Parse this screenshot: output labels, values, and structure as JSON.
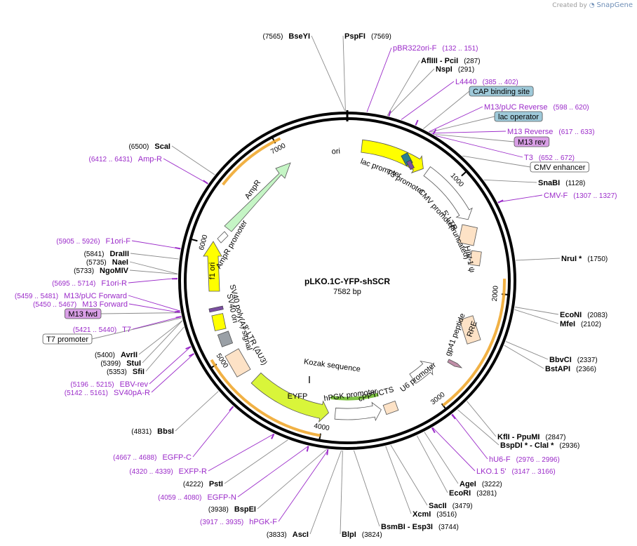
{
  "credit": {
    "prefix": "Created by",
    "brand": "SnapGene"
  },
  "plasmid": {
    "name": "pLKO.1C-YFP-shSCR",
    "length": "7582 bp"
  },
  "ticks": [
    "1000",
    "2000",
    "3000",
    "4000",
    "5000",
    "6000",
    "7000"
  ],
  "labels": [
    {
      "id": "bseyi",
      "kind": "site",
      "name": "BseYI",
      "num": "(7565)"
    },
    {
      "id": "pspfi",
      "kind": "site",
      "name": "PspFI",
      "num": "(7569)"
    },
    {
      "id": "pbr322",
      "kind": "primer",
      "name": "pBR322ori-F",
      "num": "(132 .. 151)"
    },
    {
      "id": "aflIII",
      "kind": "site",
      "name": "AflIII  - PciI",
      "num": "(287)"
    },
    {
      "id": "nspi",
      "kind": "site",
      "name": "NspI",
      "num": "(291)"
    },
    {
      "id": "l4440",
      "kind": "primer",
      "name": "L4440",
      "num": "(385 .. 402)"
    },
    {
      "id": "capbs",
      "kind": "box",
      "name": "CAP binding site",
      "color": "#9ec9d9"
    },
    {
      "id": "m13puc",
      "kind": "primer",
      "name": "M13/pUC Reverse",
      "num": "(598 .. 620)"
    },
    {
      "id": "lacop",
      "kind": "box",
      "name": "lac operator",
      "color": "#9ec9d9"
    },
    {
      "id": "m13rev",
      "kind": "primer",
      "name": "M13 Reverse",
      "num": "(617 .. 633)"
    },
    {
      "id": "m13revbox",
      "kind": "box",
      "name": "M13 rev",
      "color": "#d99fe6"
    },
    {
      "id": "t3",
      "kind": "primer",
      "name": "T3",
      "num": "(652 .. 672)"
    },
    {
      "id": "cmvenh",
      "kind": "box",
      "name": "CMV enhancer",
      "color": "#ffffff"
    },
    {
      "id": "snabi",
      "kind": "site",
      "name": "SnaBI",
      "num": "(1128)"
    },
    {
      "id": "cmvf",
      "kind": "primer",
      "name": "CMV-F",
      "num": "(1307 .. 1327)"
    },
    {
      "id": "nrui",
      "kind": "site",
      "name": "NruI *",
      "num": "(1750)"
    },
    {
      "id": "econi",
      "kind": "site",
      "name": "EcoNI",
      "num": "(2083)"
    },
    {
      "id": "mfei",
      "kind": "site",
      "name": "MfeI",
      "num": "(2102)"
    },
    {
      "id": "bbvci",
      "kind": "site",
      "name": "BbvCI",
      "num": "(2337)"
    },
    {
      "id": "bstapi",
      "kind": "site",
      "name": "BstAPI",
      "num": "(2366)"
    },
    {
      "id": "kfli",
      "kind": "site",
      "name": "KflI  - PpuMI",
      "num": "(2847)"
    },
    {
      "id": "bspdi",
      "kind": "site",
      "name": "BspDI *  - ClaI *",
      "num": "(2936)"
    },
    {
      "id": "hu6f",
      "kind": "primer",
      "name": "hU6-F",
      "num": "(2976 .. 2996)"
    },
    {
      "id": "lko",
      "kind": "primer",
      "name": "LKO.1 5'",
      "num": "(3147 .. 3166)"
    },
    {
      "id": "agei",
      "kind": "site",
      "name": "AgeI",
      "num": "(3222)"
    },
    {
      "id": "ecori",
      "kind": "site",
      "name": "EcoRI",
      "num": "(3281)"
    },
    {
      "id": "sacii",
      "kind": "site",
      "name": "SacII",
      "num": "(3479)"
    },
    {
      "id": "xcmi",
      "kind": "site",
      "name": "XcmI",
      "num": "(3516)"
    },
    {
      "id": "bsmbi",
      "kind": "site",
      "name": "BsmBI  - Esp3I",
      "num": "(3744)"
    },
    {
      "id": "blpi",
      "kind": "site",
      "name": "BlpI",
      "num": "(3824)"
    },
    {
      "id": "asci",
      "kind": "site",
      "name": "AscI",
      "num": "(3833)"
    },
    {
      "id": "hpgkf",
      "kind": "primer",
      "name": "hPGK-F",
      "num": "(3917 .. 3935)"
    },
    {
      "id": "bspei",
      "kind": "site",
      "name": "BspEI",
      "num": "(3938)"
    },
    {
      "id": "egfpn",
      "kind": "primer",
      "name": "EGFP-N",
      "num": "(4059 .. 4080)"
    },
    {
      "id": "psti",
      "kind": "site",
      "name": "PstI",
      "num": "(4222)"
    },
    {
      "id": "exfpr",
      "kind": "primer",
      "name": "EXFP-R",
      "num": "(4320 .. 4339)"
    },
    {
      "id": "egfpc",
      "kind": "primer",
      "name": "EGFP-C",
      "num": "(4667 .. 4688)"
    },
    {
      "id": "bbsi",
      "kind": "site",
      "name": "BbsI",
      "num": "(4831)"
    },
    {
      "id": "sv40pa",
      "kind": "primer",
      "name": "SV40pA-R",
      "num": "(5142 .. 5161)"
    },
    {
      "id": "ebvrev",
      "kind": "primer",
      "name": "EBV-rev",
      "num": "(5196 .. 5215)"
    },
    {
      "id": "sfii",
      "kind": "site",
      "name": "SfiI",
      "num": "(5353)"
    },
    {
      "id": "stui",
      "kind": "site",
      "name": "StuI",
      "num": "(5399)"
    },
    {
      "id": "avrii",
      "kind": "site",
      "name": "AvrII",
      "num": "(5400)"
    },
    {
      "id": "t7prom",
      "kind": "box",
      "name": "T7 promoter",
      "color": "#ffffff"
    },
    {
      "id": "t7",
      "kind": "primer",
      "name": "T7",
      "num": "(5421 .. 5440)"
    },
    {
      "id": "m13fwdbox",
      "kind": "box",
      "name": "M13 fwd",
      "color": "#d99fe6"
    },
    {
      "id": "m13fwd",
      "kind": "primer",
      "name": "M13 Forward",
      "num": "(5450 .. 5467)"
    },
    {
      "id": "m13pucf",
      "kind": "primer",
      "name": "M13/pUC Forward",
      "num": "(5459 .. 5481)"
    },
    {
      "id": "f1orir",
      "kind": "primer",
      "name": "F1ori-R",
      "num": "(5695 .. 5714)"
    },
    {
      "id": "ngomiv",
      "kind": "site",
      "name": "NgoMIV",
      "num": "(5733)"
    },
    {
      "id": "naei",
      "kind": "site",
      "name": "NaeI",
      "num": "(5735)"
    },
    {
      "id": "draiii",
      "kind": "site",
      "name": "DraIII",
      "num": "(5841)"
    },
    {
      "id": "f1orif",
      "kind": "primer",
      "name": "F1ori-F",
      "num": "(5905 .. 5926)"
    },
    {
      "id": "ampr",
      "kind": "primer",
      "name": "Amp-R",
      "num": "(6412 .. 6431)"
    },
    {
      "id": "scai",
      "kind": "site",
      "name": "ScaI",
      "num": "(6500)"
    }
  ],
  "features": [
    {
      "id": "ori",
      "name": "ori"
    },
    {
      "id": "lacprom",
      "name": "lac promoter"
    },
    {
      "id": "t3prom",
      "name": "T3 promoter"
    },
    {
      "id": "cmvprom",
      "name": "CMV promoter"
    },
    {
      "id": "ltr5",
      "name": "5' LTR"
    },
    {
      "id": "ltrtrunc",
      "name": "(truncated)"
    },
    {
      "id": "hiv1",
      "name": "HIV-1 ψ"
    },
    {
      "id": "rre",
      "name": "RRE"
    },
    {
      "id": "gp41",
      "name": "gp41 peptide"
    },
    {
      "id": "u6prom",
      "name": "U6 promoter"
    },
    {
      "id": "cppt",
      "name": "cPPT/CTS"
    },
    {
      "id": "hpgkprom",
      "name": "hPGK promoter"
    },
    {
      "id": "kozak",
      "name": "Kozak sequence"
    },
    {
      "id": "eyfp",
      "name": "EYFP"
    },
    {
      "id": "ltr3",
      "name": "3' LTR (ΔU3)"
    },
    {
      "id": "sv40polya",
      "name": "SV40 poly(A) signal"
    },
    {
      "id": "sv40ori",
      "name": "SV40 ori"
    },
    {
      "id": "f1ori",
      "name": "f1 ori"
    },
    {
      "id": "amprprom",
      "name": "AmpR promoter"
    },
    {
      "id": "ampr",
      "name": "AmpR"
    }
  ],
  "colors": {
    "primer": "#9b2bc9",
    "ori": "#ffff00",
    "ampr": "#c5f5c5",
    "ltr": "#fde2c6",
    "eyfp": "#d9f53a",
    "orf_arc": "#f0a830",
    "eyfp_arc": "#7dc242"
  }
}
